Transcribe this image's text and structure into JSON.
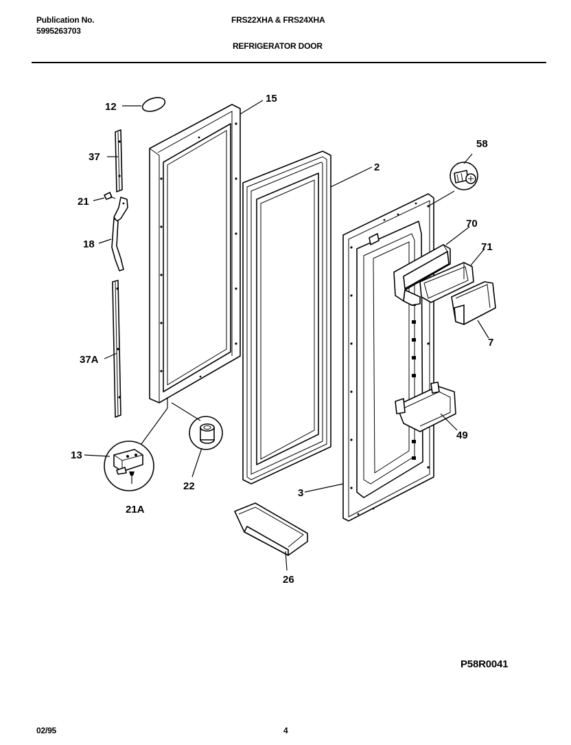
{
  "header": {
    "publication_label": "Publication No.",
    "publication_number": "5995263703",
    "models": "FRS22XHA & FRS24XHA",
    "section_title": "REFRIGERATOR DOOR"
  },
  "diagram_code": "P58R0041",
  "footer": {
    "date": "02/95",
    "page": "4"
  },
  "callouts": {
    "c12": "12",
    "c15": "15",
    "c37": "37",
    "c21": "21",
    "c18": "18",
    "c37A": "37A",
    "c13": "13",
    "c21A": "21A",
    "c22": "22",
    "c2": "2",
    "c58": "58",
    "c70": "70",
    "c71": "71",
    "c7": "7",
    "c49": "49",
    "c3": "3",
    "c26": "26"
  }
}
